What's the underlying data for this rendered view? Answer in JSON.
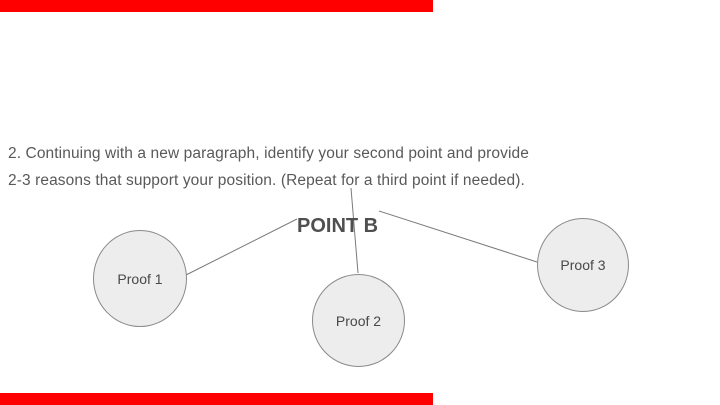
{
  "slide": {
    "paragraph": {
      "line1": "2. Continuing with a new paragraph, identify your second point and provide",
      "line2": "2-3 reasons that support your position. (Repeat for a third point if needed)."
    },
    "diagram": {
      "title": "POINT B",
      "nodes": [
        {
          "id": "proof-1",
          "label": "Proof 1"
        },
        {
          "id": "proof-2",
          "label": "Proof 2"
        },
        {
          "id": "proof-3",
          "label": "Proof 3"
        }
      ],
      "edges": [
        {
          "from": "POINT B",
          "to": "Proof 1"
        },
        {
          "from": "POINT B",
          "to": "Proof 2"
        },
        {
          "from": "POINT B",
          "to": "Proof 3"
        }
      ]
    },
    "colors": {
      "accent_bar": "#fe0000",
      "paragraph_text": "#595959",
      "title_text": "#4f4f4f",
      "node_fill": "#ededed",
      "node_border": "#8a8a8a",
      "connector_line": "#7a7a7a",
      "background": "#ffffff"
    }
  }
}
